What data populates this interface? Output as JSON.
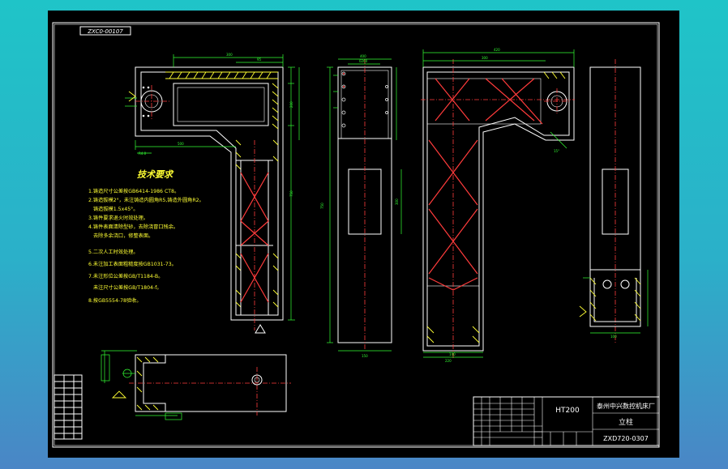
{
  "drawing": {
    "border_code": "ZXC0-00107",
    "tech_title": "技术要求",
    "requirements": [
      "1.铸造尺寸公差按GB6414-1986 CT8。",
      "2.铸造拔模2°，未注铸造内圆角R5,铸造外圆角R2。",
      "铸造拔模1.5x45°。",
      "3.铸件要求退火时效处理。",
      "4.铸件表面清除型砂，去除浇冒口残余。",
      "去除多余浇口，修整表面。",
      "5.二次人工时效处理。",
      "6.未注加工表面粗糙度按GB1031-73。",
      "7.未注形位公差按GB/T1184-B。",
      "未注尺寸公差按GB/T1804-f。",
      "8.按GB5554-78验收。"
    ],
    "title_block": {
      "material": "HT200",
      "company": "泰州中兴数控机床厂",
      "part_name": "立柱",
      "drawing_no": "ZXD720-0307"
    }
  }
}
